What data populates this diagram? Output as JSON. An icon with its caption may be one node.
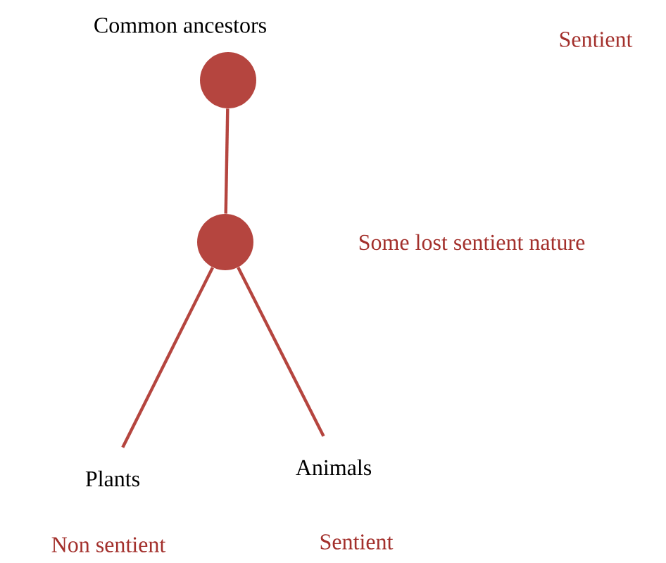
{
  "diagram": {
    "nodes": [
      {
        "text": [
          "Common ancestors"
        ]
      },
      {
        "text": [],
        "shape": "circle"
      },
      {
        "text": [
          "Plants"
        ],
        "beside": [
          "Non sentient"
        ]
      },
      {
        "text": [
          "Animals"
        ],
        "beside": [
          "Sentient"
        ]
      }
    ],
    "edges": [
      {
        "from": 0,
        "to": 1,
        "arrow": "none"
      },
      {
        "from": 1,
        "to": 2,
        "arrow": "none"
      },
      {
        "from": 1,
        "to": 3,
        "arrow": "none"
      }
    ],
    "labels": [
      "Sentient",
      "Some lost sentient nature"
    ]
  }
}
